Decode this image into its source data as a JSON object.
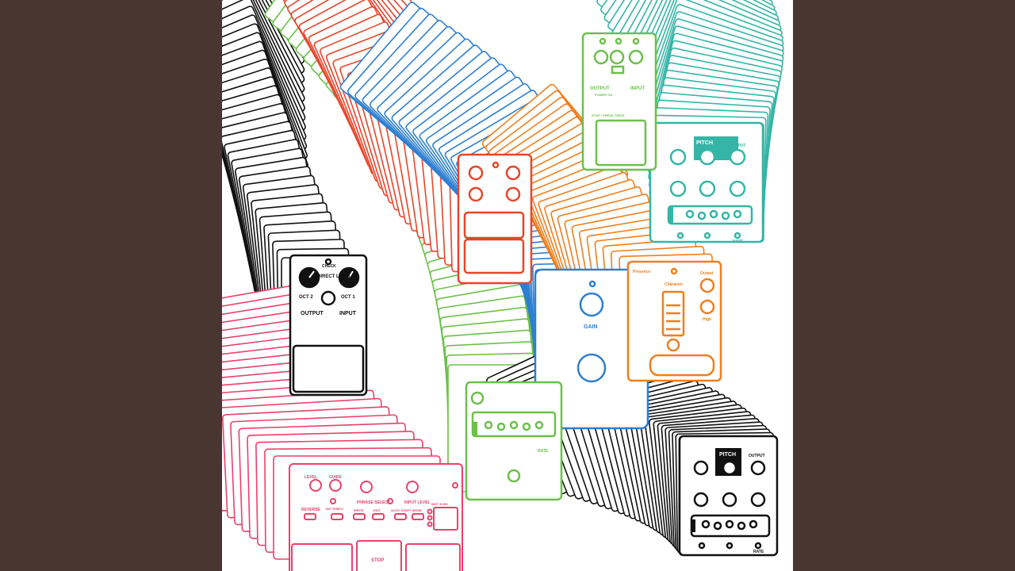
{
  "colors": {
    "background": "#4a3630",
    "canvas": "#ffffff",
    "black": "#111111",
    "red": "#e8452a",
    "green": "#6cc04a",
    "teal": "#35b5a6",
    "blue": "#2e7fd1",
    "orange": "#ef7f1e",
    "pink": "#e8426a"
  },
  "pedals": {
    "octave": {
      "check": "CHECK",
      "direct_level": "DIRECT LEVEL",
      "oct2": "OCT 2",
      "oct1": "OCT 1",
      "output": "OUTPUT",
      "input": "INPUT"
    },
    "looper": {
      "level": "LEVEL",
      "guide": "GUIDE",
      "reverse": "REVERSE",
      "tap_tempo": "TAP TEMPO",
      "phrase_select": "PHRASE SELECT",
      "input_level": "INPUT LEVEL",
      "write": "WRITE",
      "exit": "EXIT",
      "auto_start": "AUTO START",
      "mode": "MODE",
      "inst_mic": "INST & MIC",
      "stop": "STOP"
    },
    "delay": {
      "output": "OUTPUT",
      "input": "INPUT",
      "power_on": "POWER ON",
      "stop": "STOP / PRESS TWICE"
    },
    "pitch_teal": {
      "pitch": "PITCH",
      "output": "OUTPUT",
      "rate": "RATE"
    },
    "pitch_black": {
      "pitch": "PITCH",
      "output": "OUTPUT",
      "rate": "RATE"
    },
    "gain": {
      "gain": "GAIN"
    },
    "amp": {
      "presence": "Presence",
      "character": "Character",
      "output": "Output",
      "high": "High"
    },
    "small_green": {
      "rate": "RATE"
    }
  }
}
